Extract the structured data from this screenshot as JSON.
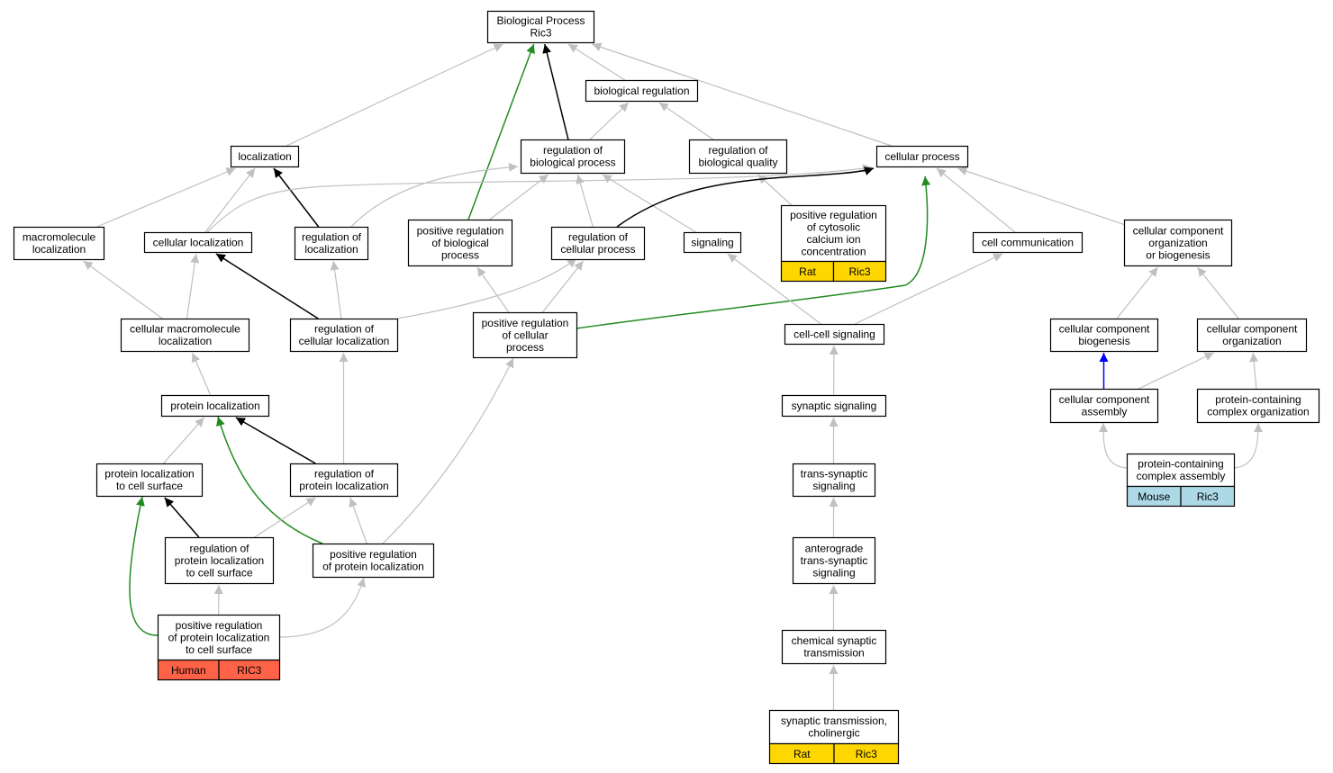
{
  "diagram": {
    "type": "go-term-graph",
    "colors": {
      "edge_default": "#c0c0c0",
      "edge_black": "#000000",
      "edge_green": "#228b22",
      "edge_blue": "#0000ff",
      "node_fill": "#ffffff",
      "node_border": "#000000",
      "species_rat": "#ffd700",
      "species_human": "#ff6347",
      "species_mouse": "#add8e6"
    },
    "nodes": [
      {
        "id": "root",
        "lines": [
          "Biological Process",
          "Ric3"
        ]
      },
      {
        "id": "biological_regulation",
        "lines": [
          "biological regulation"
        ]
      },
      {
        "id": "localization",
        "lines": [
          "localization"
        ]
      },
      {
        "id": "regulation_of_biological_process",
        "lines": [
          "regulation of",
          "biological process"
        ]
      },
      {
        "id": "regulation_of_biological_quality",
        "lines": [
          "regulation of",
          "biological quality"
        ]
      },
      {
        "id": "cellular_process",
        "lines": [
          "cellular process"
        ]
      },
      {
        "id": "macromolecule_localization",
        "lines": [
          "macromolecule",
          "localization"
        ]
      },
      {
        "id": "cellular_localization",
        "lines": [
          "cellular localization"
        ]
      },
      {
        "id": "regulation_of_localization",
        "lines": [
          "regulation of",
          "localization"
        ]
      },
      {
        "id": "positive_regulation_of_biological_process",
        "lines": [
          "positive regulation",
          "of biological",
          "process"
        ]
      },
      {
        "id": "regulation_of_cellular_process",
        "lines": [
          "regulation of",
          "cellular process"
        ]
      },
      {
        "id": "signaling",
        "lines": [
          "signaling"
        ]
      },
      {
        "id": "positive_regulation_of_cytosolic_calcium",
        "lines": [
          "positive regulation",
          "of cytosolic",
          "calcium ion",
          "concentration"
        ],
        "annotation": {
          "species": "Rat",
          "gene": "Ric3",
          "color": "#ffd700"
        }
      },
      {
        "id": "cell_communication",
        "lines": [
          "cell communication"
        ]
      },
      {
        "id": "cellular_component_organization_or_biogenesis",
        "lines": [
          "cellular component",
          "organization",
          "or biogenesis"
        ]
      },
      {
        "id": "cellular_macromolecule_localization",
        "lines": [
          "cellular macromolecule",
          "localization"
        ]
      },
      {
        "id": "regulation_of_cellular_localization",
        "lines": [
          "regulation of",
          "cellular localization"
        ]
      },
      {
        "id": "positive_regulation_of_cellular_process",
        "lines": [
          "positive regulation",
          "of cellular",
          "process"
        ]
      },
      {
        "id": "cell_cell_signaling",
        "lines": [
          "cell-cell signaling"
        ]
      },
      {
        "id": "cellular_component_biogenesis",
        "lines": [
          "cellular component",
          "biogenesis"
        ]
      },
      {
        "id": "cellular_component_organization",
        "lines": [
          "cellular component",
          "organization"
        ]
      },
      {
        "id": "protein_localization",
        "lines": [
          "protein localization"
        ]
      },
      {
        "id": "synaptic_signaling",
        "lines": [
          "synaptic signaling"
        ]
      },
      {
        "id": "cellular_component_assembly",
        "lines": [
          "cellular component",
          "assembly"
        ]
      },
      {
        "id": "protein_containing_complex_organization",
        "lines": [
          "protein-containing",
          "complex organization"
        ]
      },
      {
        "id": "protein_localization_to_cell_surface",
        "lines": [
          "protein localization",
          "to cell surface"
        ]
      },
      {
        "id": "regulation_of_protein_localization",
        "lines": [
          "regulation of",
          "protein localization"
        ]
      },
      {
        "id": "trans_synaptic_signaling",
        "lines": [
          "trans-synaptic",
          "signaling"
        ]
      },
      {
        "id": "protein_containing_complex_assembly",
        "lines": [
          "protein-containing",
          "complex assembly"
        ],
        "annotation": {
          "species": "Mouse",
          "gene": "Ric3",
          "color": "#add8e6"
        }
      },
      {
        "id": "regulation_of_protein_localization_to_cell_surface",
        "lines": [
          "regulation of",
          "protein localization",
          "to cell surface"
        ]
      },
      {
        "id": "positive_regulation_of_protein_localization",
        "lines": [
          "positive regulation",
          "of protein localization"
        ]
      },
      {
        "id": "anterograde_trans_synaptic_signaling",
        "lines": [
          "anterograde",
          "trans-synaptic",
          "signaling"
        ]
      },
      {
        "id": "positive_regulation_of_protein_localization_to_cell_surface",
        "lines": [
          "positive regulation",
          "of protein localization",
          "to cell surface"
        ],
        "annotation": {
          "species": "Human",
          "gene": "RIC3",
          "color": "#ff6347"
        }
      },
      {
        "id": "chemical_synaptic_transmission",
        "lines": [
          "chemical synaptic",
          "transmission"
        ]
      },
      {
        "id": "synaptic_transmission_cholinergic",
        "lines": [
          "synaptic transmission,",
          "cholinergic"
        ],
        "annotation": {
          "species": "Rat",
          "gene": "Ric3",
          "color": "#ffd700"
        }
      }
    ],
    "edges": [
      {
        "from": "biological_regulation",
        "to": "root",
        "color": "gray"
      },
      {
        "from": "localization",
        "to": "root",
        "color": "gray"
      },
      {
        "from": "cellular_process",
        "to": "root",
        "color": "gray"
      },
      {
        "from": "regulation_of_biological_process",
        "to": "root",
        "color": "black"
      },
      {
        "from": "positive_regulation_of_biological_process",
        "to": "root",
        "color": "green"
      },
      {
        "from": "regulation_of_biological_process",
        "to": "biological_regulation",
        "color": "gray"
      },
      {
        "from": "regulation_of_biological_quality",
        "to": "biological_regulation",
        "color": "gray"
      },
      {
        "from": "cellular_localization",
        "to": "localization",
        "color": "gray"
      },
      {
        "from": "macromolecule_localization",
        "to": "localization",
        "color": "gray"
      },
      {
        "from": "regulation_of_localization",
        "to": "localization",
        "color": "black"
      },
      {
        "from": "positive_regulation_of_biological_process",
        "to": "regulation_of_biological_process",
        "color": "gray"
      },
      {
        "from": "regulation_of_cellular_process",
        "to": "regulation_of_biological_process",
        "color": "gray"
      },
      {
        "from": "signaling",
        "to": "regulation_of_biological_process",
        "color": "gray"
      },
      {
        "from": "regulation_of_localization",
        "to": "regulation_of_biological_process",
        "color": "gray"
      },
      {
        "from": "positive_regulation_of_cytosolic_calcium",
        "to": "regulation_of_biological_quality",
        "color": "gray"
      },
      {
        "from": "cellular_localization",
        "to": "cellular_process",
        "color": "gray"
      },
      {
        "from": "regulation_of_cellular_process",
        "to": "cellular_process",
        "color": "black"
      },
      {
        "from": "positive_regulation_of_cellular_process",
        "to": "cellular_process",
        "color": "green"
      },
      {
        "from": "cell_communication",
        "to": "cellular_process",
        "color": "gray"
      },
      {
        "from": "cellular_component_organization_or_biogenesis",
        "to": "cellular_process",
        "color": "gray"
      },
      {
        "from": "cellular_macromolecule_localization",
        "to": "macromolecule_localization",
        "color": "gray"
      },
      {
        "from": "cellular_macromolecule_localization",
        "to": "cellular_localization",
        "color": "gray"
      },
      {
        "from": "regulation_of_cellular_localization",
        "to": "cellular_localization",
        "color": "black"
      },
      {
        "from": "regulation_of_cellular_localization",
        "to": "regulation_of_localization",
        "color": "gray"
      },
      {
        "from": "regulation_of_cellular_localization",
        "to": "regulation_of_cellular_process",
        "color": "gray"
      },
      {
        "from": "positive_regulation_of_cellular_process",
        "to": "positive_regulation_of_biological_process",
        "color": "gray"
      },
      {
        "from": "positive_regulation_of_cellular_process",
        "to": "regulation_of_cellular_process",
        "color": "gray"
      },
      {
        "from": "cell_cell_signaling",
        "to": "signaling",
        "color": "gray"
      },
      {
        "from": "cell_cell_signaling",
        "to": "cell_communication",
        "color": "gray"
      },
      {
        "from": "cellular_component_biogenesis",
        "to": "cellular_component_organization_or_biogenesis",
        "color": "gray"
      },
      {
        "from": "cellular_component_organization",
        "to": "cellular_component_organization_or_biogenesis",
        "color": "gray"
      },
      {
        "from": "protein_localization",
        "to": "cellular_macromolecule_localization",
        "color": "gray"
      },
      {
        "from": "regulation_of_protein_localization",
        "to": "regulation_of_cellular_localization",
        "color": "gray"
      },
      {
        "from": "positive_regulation_of_protein_localization",
        "to": "positive_regulation_of_cellular_process",
        "color": "gray"
      },
      {
        "from": "synaptic_signaling",
        "to": "cell_cell_signaling",
        "color": "gray"
      },
      {
        "from": "cellular_component_assembly",
        "to": "cellular_component_biogenesis",
        "color": "blue"
      },
      {
        "from": "cellular_component_assembly",
        "to": "cellular_component_organization",
        "color": "gray"
      },
      {
        "from": "protein_containing_complex_organization",
        "to": "cellular_component_organization",
        "color": "gray"
      },
      {
        "from": "protein_localization_to_cell_surface",
        "to": "protein_localization",
        "color": "gray"
      },
      {
        "from": "regulation_of_protein_localization",
        "to": "protein_localization",
        "color": "black"
      },
      {
        "from": "positive_regulation_of_protein_localization",
        "to": "protein_localization",
        "color": "green"
      },
      {
        "from": "trans_synaptic_signaling",
        "to": "synaptic_signaling",
        "color": "gray"
      },
      {
        "from": "protein_containing_complex_assembly",
        "to": "cellular_component_assembly",
        "color": "gray"
      },
      {
        "from": "protein_containing_complex_assembly",
        "to": "protein_containing_complex_organization",
        "color": "gray"
      },
      {
        "from": "regulation_of_protein_localization_to_cell_surface",
        "to": "protein_localization_to_cell_surface",
        "color": "black"
      },
      {
        "from": "regulation_of_protein_localization_to_cell_surface",
        "to": "regulation_of_protein_localization",
        "color": "gray"
      },
      {
        "from": "positive_regulation_of_protein_localization",
        "to": "regulation_of_protein_localization",
        "color": "gray"
      },
      {
        "from": "anterograde_trans_synaptic_signaling",
        "to": "trans_synaptic_signaling",
        "color": "gray"
      },
      {
        "from": "positive_regulation_of_protein_localization_to_cell_surface",
        "to": "protein_localization_to_cell_surface",
        "color": "green"
      },
      {
        "from": "positive_regulation_of_protein_localization_to_cell_surface",
        "to": "regulation_of_protein_localization_to_cell_surface",
        "color": "gray"
      },
      {
        "from": "positive_regulation_of_protein_localization_to_cell_surface",
        "to": "positive_regulation_of_protein_localization",
        "color": "gray"
      },
      {
        "from": "chemical_synaptic_transmission",
        "to": "anterograde_trans_synaptic_signaling",
        "color": "gray"
      },
      {
        "from": "synaptic_transmission_cholinergic",
        "to": "chemical_synaptic_transmission",
        "color": "gray"
      }
    ]
  }
}
